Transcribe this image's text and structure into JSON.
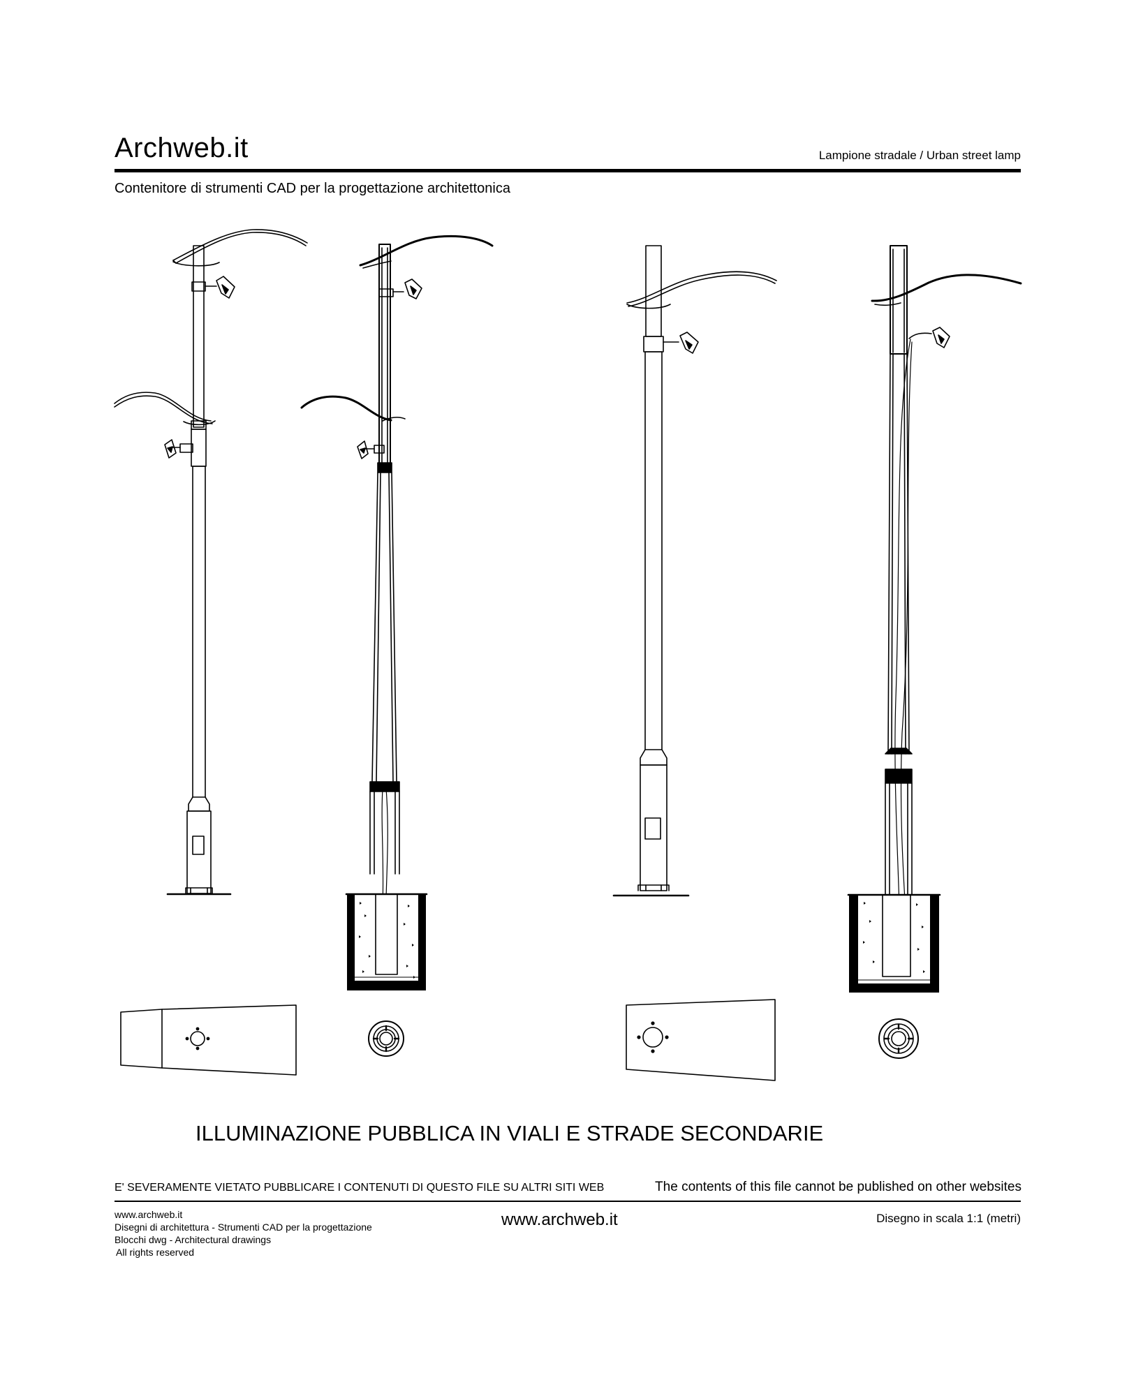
{
  "header": {
    "brand": "Archweb.it",
    "document_title": "Lampione stradale  /  Urban street lamp",
    "tagline": "Contenitore di strumenti CAD per la progettazione architettonica"
  },
  "drawing": {
    "caption": "ILLUMINAZIONE PUBBLICA IN VIALI  E STRADE SECONDARIE",
    "views": [
      {
        "name": "double-arm-lamp-elevation"
      },
      {
        "name": "double-arm-lamp-section"
      },
      {
        "name": "single-arm-lamp-elevation"
      },
      {
        "name": "single-arm-lamp-section"
      },
      {
        "name": "double-arm-lamp-plan"
      },
      {
        "name": "double-arm-base-plan"
      },
      {
        "name": "single-arm-lamp-plan"
      },
      {
        "name": "single-arm-base-plan"
      }
    ]
  },
  "footer": {
    "warning_it": "E' SEVERAMENTE VIETATO PUBBLICARE I CONTENUTI DI QUESTO FILE SU ALTRI SITI WEB",
    "warning_en": "The contents of this file cannot be published on other websites",
    "info_lines": [
      "www.archweb.it",
      "Disegni di architettura - Strumenti CAD  per la progettazione",
      "Blocchi dwg - Architectural drawings",
      "All rights reserved"
    ],
    "site": "www.archweb.it",
    "scale": "Disegno in scala 1:1 (metri)"
  }
}
